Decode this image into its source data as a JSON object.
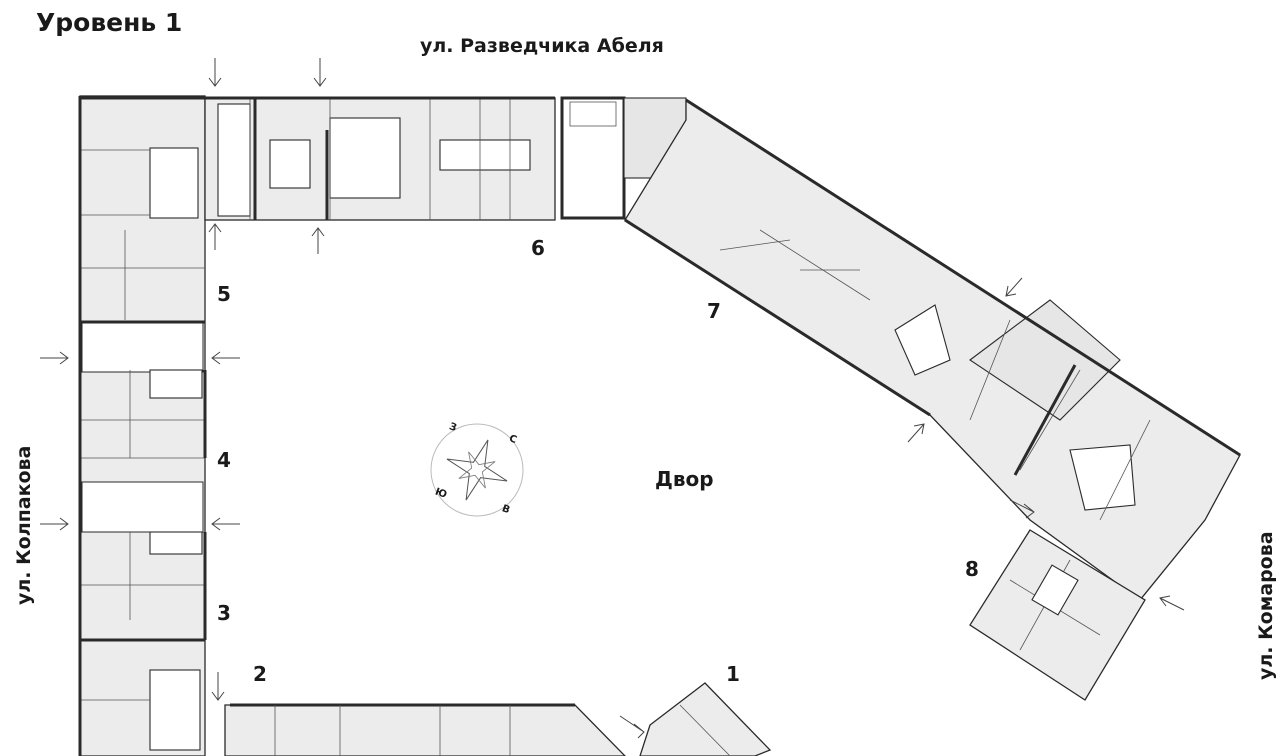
{
  "title": "Уровень 1",
  "streets": {
    "north": "ул. Разведчика Абеля",
    "west": "ул. Колпакова",
    "east": "ул. Комарова"
  },
  "yard": "Двор",
  "sections": [
    "1",
    "2",
    "3",
    "4",
    "5",
    "6",
    "7",
    "8"
  ],
  "compass": {
    "n": "С",
    "e": "В",
    "s": "Ю",
    "w": "З"
  }
}
